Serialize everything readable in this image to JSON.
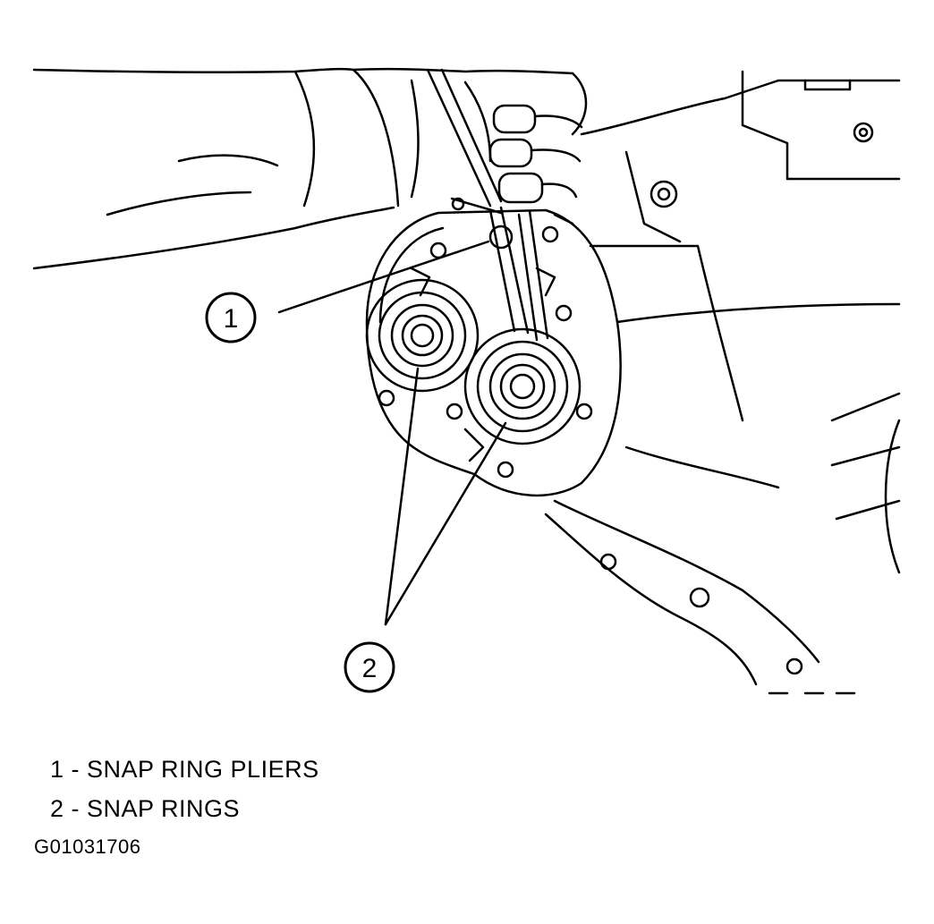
{
  "callouts": [
    {
      "number": "1"
    },
    {
      "number": "2"
    }
  ],
  "legend": [
    {
      "text": "1 - SNAP RING PLIERS"
    },
    {
      "text": "2 - SNAP RINGS"
    }
  ],
  "figure_id": "G01031706"
}
